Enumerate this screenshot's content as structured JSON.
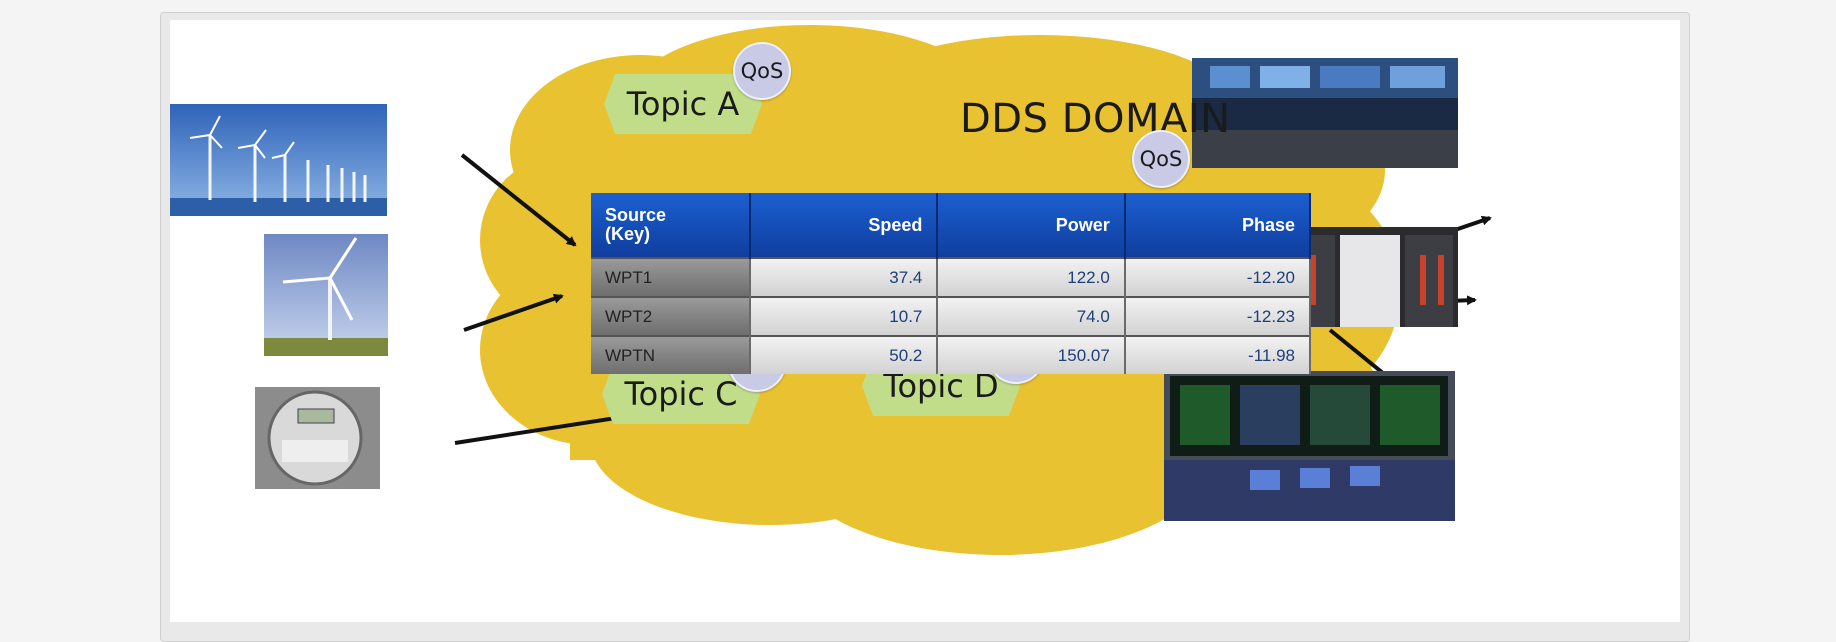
{
  "diagram": {
    "domain_title": "DDS DOMAIN",
    "topics": {
      "a": "Topic A",
      "c": "Topic C",
      "d": "Topic D"
    },
    "qos_label": "QoS",
    "table": {
      "headers": [
        "Source\n(Key)",
        "Speed",
        "Power",
        "Phase"
      ],
      "rows": [
        [
          "WPT1",
          "37.4",
          "122.0",
          "-12.20"
        ],
        [
          "WPT2",
          "10.7",
          "74.0",
          "-12.23"
        ],
        [
          "WPTN",
          "50.2",
          "150.07",
          "-11.98"
        ]
      ]
    },
    "colors": {
      "cloud": "#e8c230",
      "topic": "#c2dd8a",
      "qos": "#c9cbe6",
      "table_header": "#1452c0"
    },
    "sources": [
      "wind-farm-photo",
      "wind-turbine-photo",
      "smart-meter-photo"
    ],
    "consumers": [
      "control-room-photo",
      "data-center-photo",
      "grid-control-center-photo"
    ]
  }
}
